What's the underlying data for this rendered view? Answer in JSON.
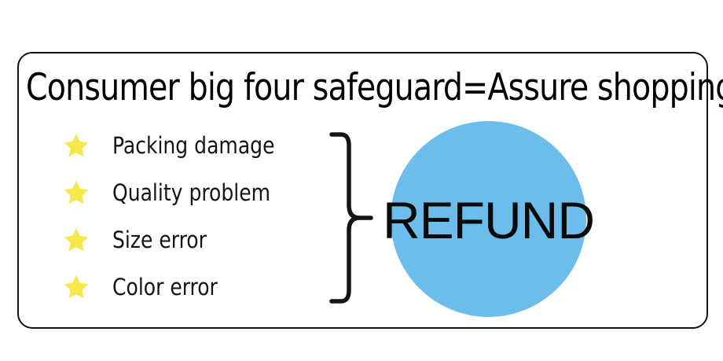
{
  "banner": {
    "title": "Consumer big four safeguard=Assure shopping",
    "frame_border_color": "#141414",
    "background_color": "#ffffff"
  },
  "guarantee_list": {
    "bullet_icon": "star-icon",
    "bullet_color": "#F7E84A",
    "items": [
      {
        "label": "Packing damage"
      },
      {
        "label": "Quality problem"
      },
      {
        "label": "Size error"
      },
      {
        "label": "Color error"
      }
    ]
  },
  "connector": {
    "icon": "curly-brace-icon",
    "color": "#141414"
  },
  "outcome_badge": {
    "label": "REFUND",
    "shape": "circle",
    "fill_color": "#6CBDEC",
    "text_color": "#0a0a0a"
  }
}
